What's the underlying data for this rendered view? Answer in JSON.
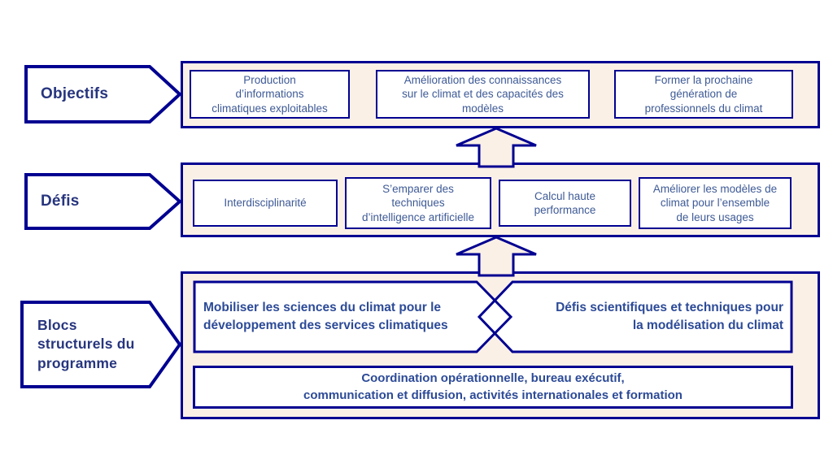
{
  "colors": {
    "border_navy": "#000091",
    "panel_background": "#fbf0e6",
    "box_background": "#ffffff",
    "box_text_blue": "#3e5a96",
    "heading_text_blue": "#27357e",
    "bold_text_blue": "#2c4a97"
  },
  "rows": {
    "objectifs": {
      "label": "Objectifs",
      "items": [
        "Production\nd’informations\nclimatiques exploitables",
        "Amélioration des connaissances\nsur le climat et des capacités des\nmodèles",
        "Former la prochaine\ngénération de\nprofessionnels du climat"
      ]
    },
    "defis": {
      "label": "Défis",
      "items": [
        "Interdisciplinarité",
        "S’emparer des\ntechniques\nd’intelligence artificielle",
        "Calcul haute\nperformance",
        "Améliorer les modèles de\nclimat pour l’ensemble\nde leurs usages"
      ]
    },
    "blocs": {
      "label": "Blocs structurels du programme",
      "left_block": "Mobiliser les sciences du climat pour le\ndéveloppement des services climatiques",
      "right_block": "Défis scientifiques et techniques pour\nla modélisation du climat",
      "bottom_block": "Coordination opérationnelle, bureau exécutif,\ncommunication et diffusion, activités internationales et formation"
    }
  }
}
